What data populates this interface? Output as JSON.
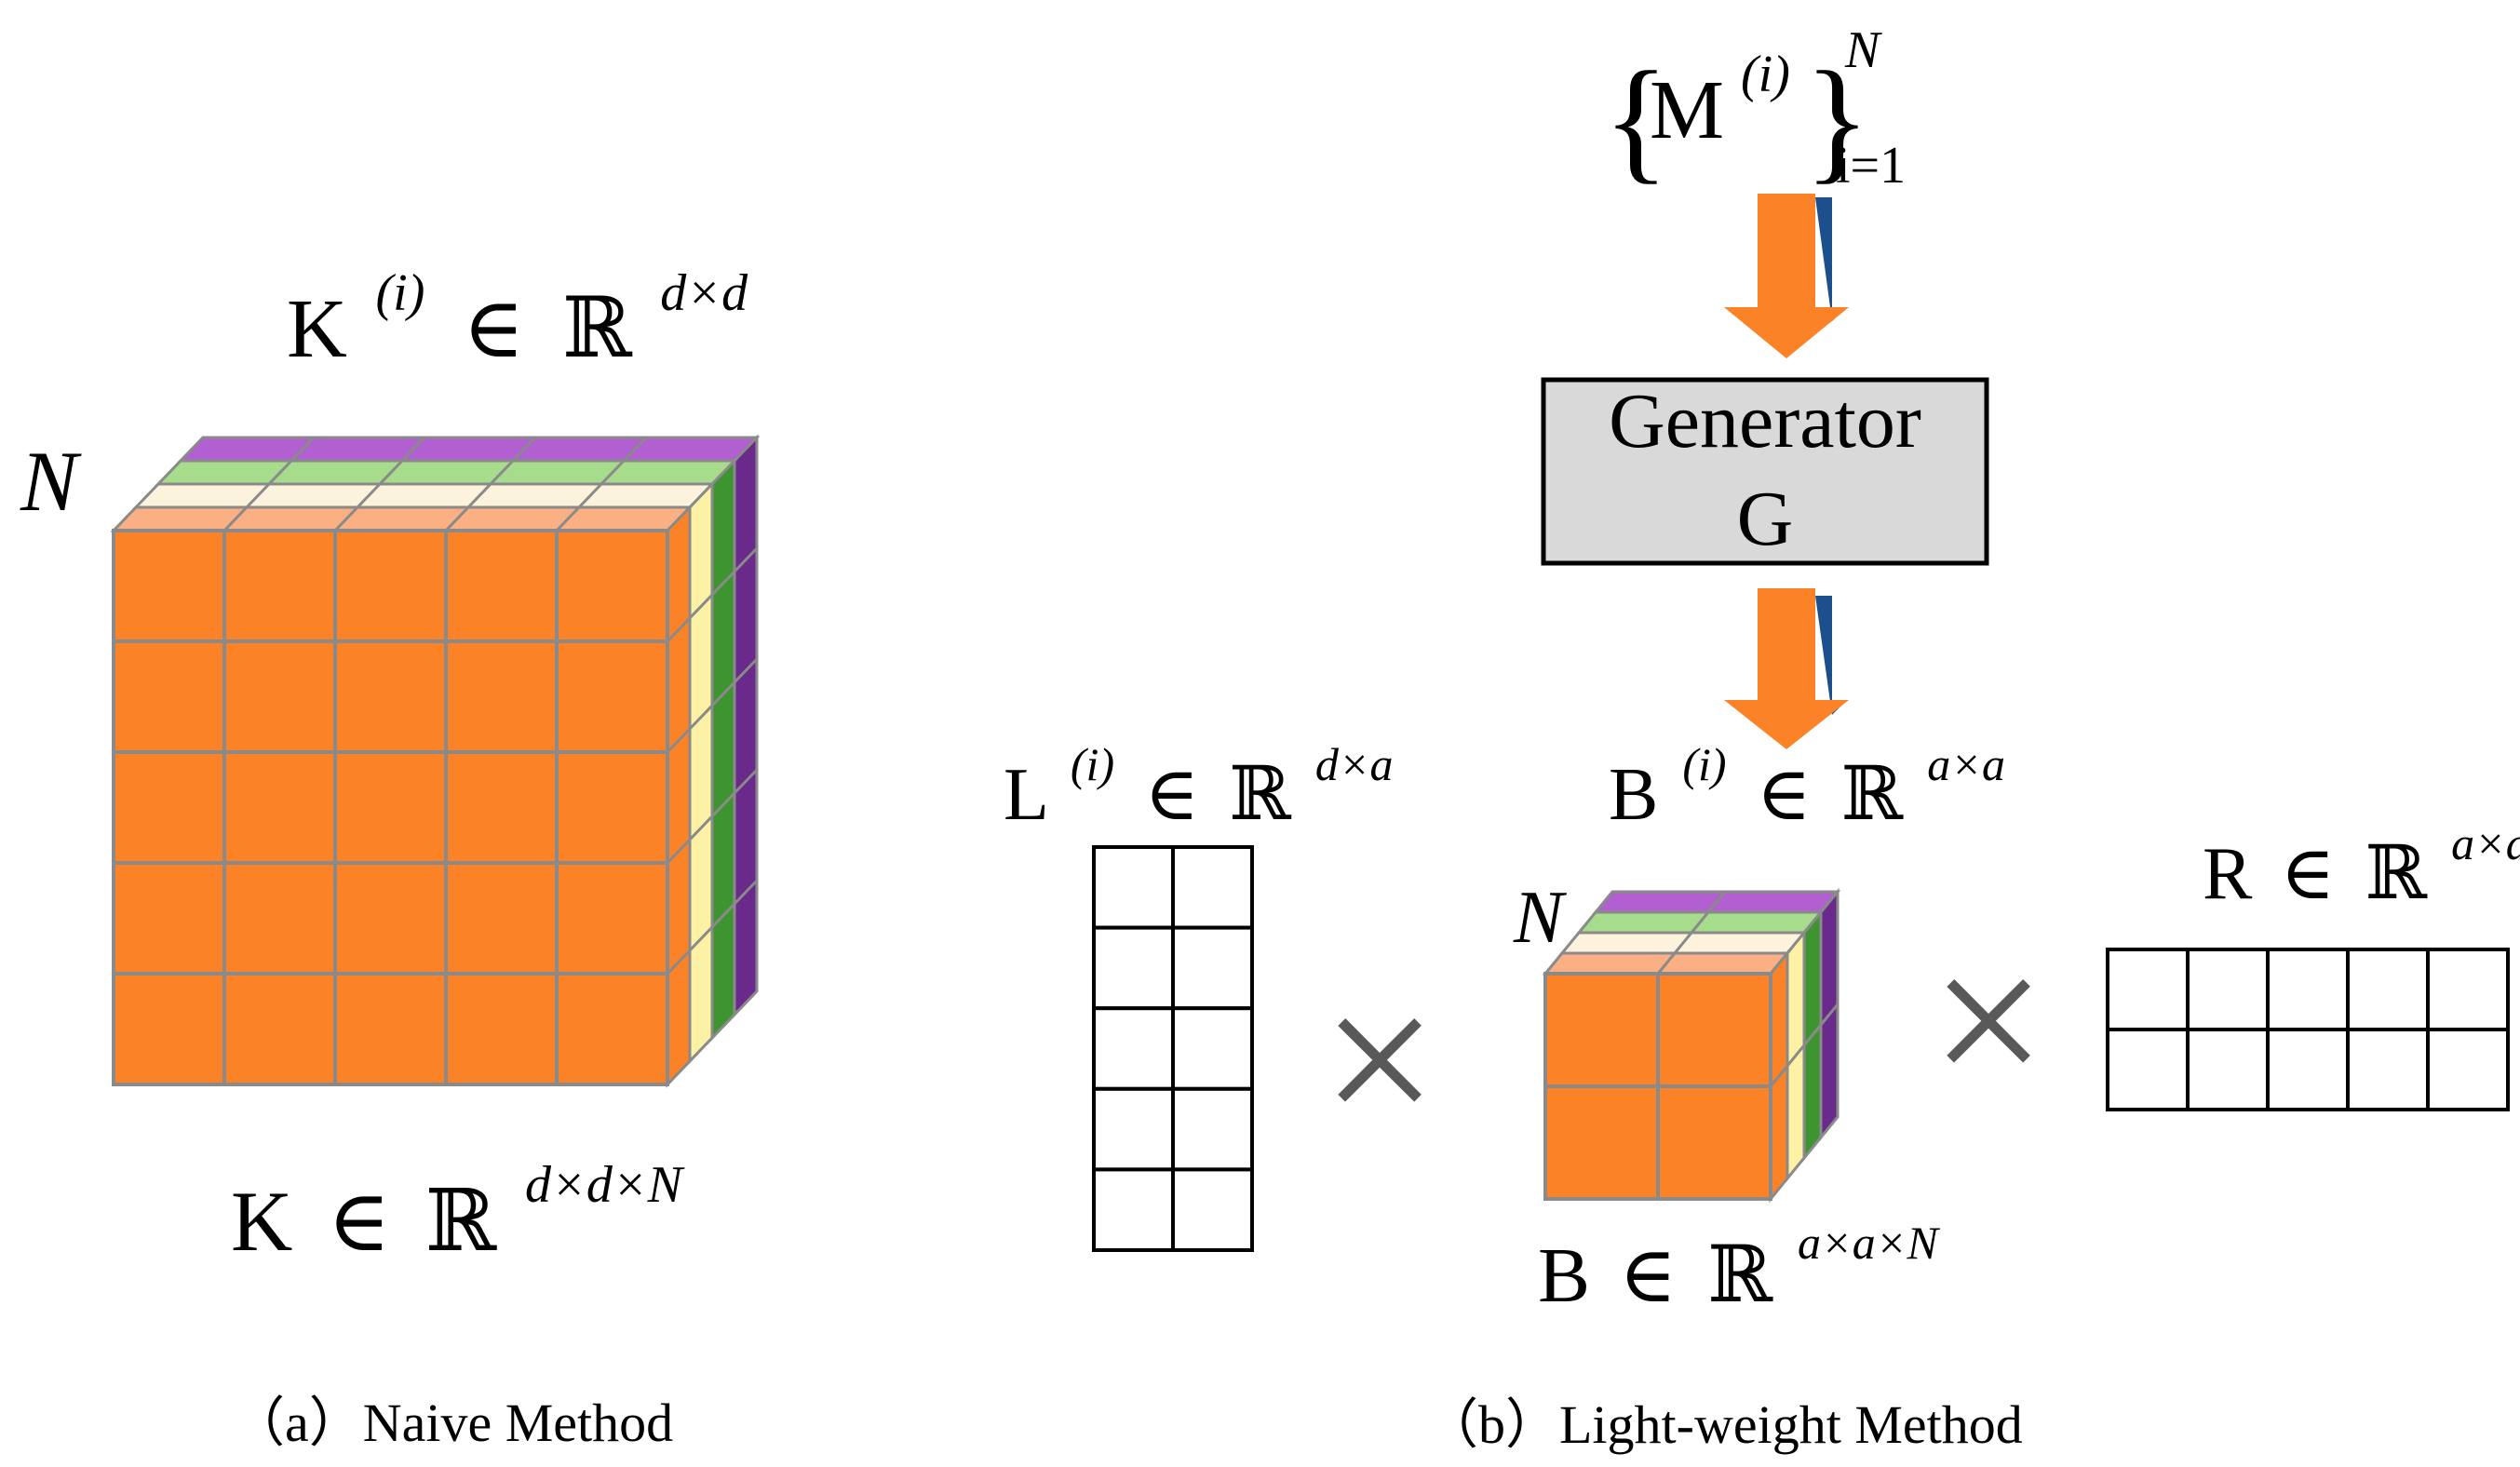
{
  "colors": {
    "orange": "#fb8227",
    "orange_light": "#fbb084",
    "cream": "#fdf3dc",
    "yellow": "#fdf1a6",
    "green_light": "#a6dc8c",
    "green": "#3e9431",
    "purple": "#b25fd1",
    "purple_dark": "#6a2a8b",
    "grid_line": "#8a8a8a",
    "generator_fill": "#d9d9d9",
    "arrow_shadow": "#1d4f8c",
    "times_color": "#595959"
  },
  "naive": {
    "n_label": "N",
    "top_base": "K",
    "top_sup": "(i)",
    "top_elem": "∈",
    "top_set": "ℝ",
    "top_exp": "d×d",
    "bottom_base": "K",
    "bottom_elem": "∈",
    "bottom_set": "ℝ",
    "bottom_exp": "d×d×N",
    "caption": "（a）Naive Method"
  },
  "light": {
    "m_open": "{",
    "m_base": "M",
    "m_sup": "(i)",
    "m_close": "}",
    "m_upper": "N",
    "m_lower": "i=1",
    "generator_line1": "Generator",
    "generator_line2": "G",
    "l_base": "L",
    "l_sup": "(i)",
    "l_elem": "∈",
    "l_set": "ℝ",
    "l_exp": "d×a",
    "b_base": "B",
    "b_sup": "(i)",
    "b_elem": "∈",
    "b_set": "ℝ",
    "b_exp": "a×a",
    "n_label": "N",
    "b_bottom_base": "B",
    "b_bottom_elem": "∈",
    "b_bottom_set": "ℝ",
    "b_bottom_exp": "a×a×N",
    "r_base": "R",
    "r_elem": "∈",
    "r_set": "ℝ",
    "r_exp": "a×d",
    "times_left": "×",
    "times_right": "×",
    "caption": "（b）Light-weight Method"
  }
}
